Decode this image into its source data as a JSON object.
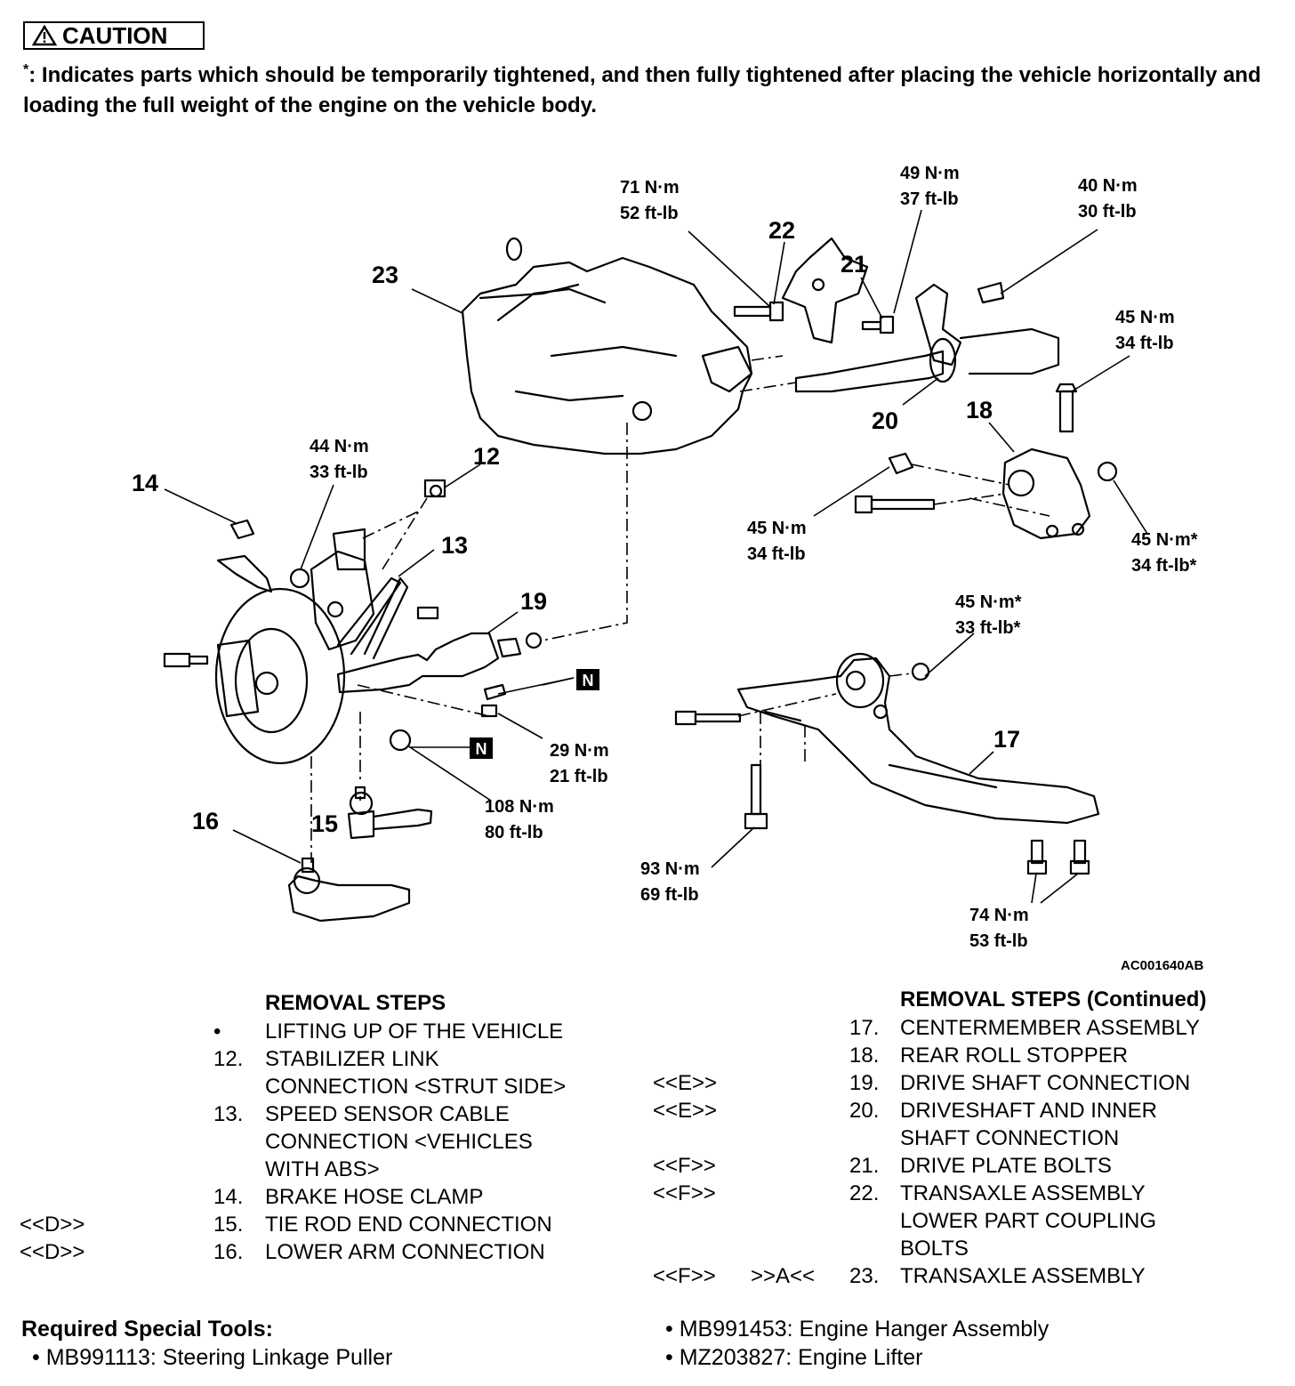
{
  "caution": {
    "title": "CAUTION",
    "asterisk": "*",
    "note": ": Indicates parts which should be temporarily tightened, and then fully tightened after placing the vehicle horizontally and loading the full weight of the engine on the vehicle body."
  },
  "diagram": {
    "code": "AC001640AB",
    "parts": [
      "12",
      "13",
      "14",
      "15",
      "16",
      "17",
      "18",
      "19",
      "20",
      "21",
      "22",
      "23"
    ],
    "torques": {
      "t71": [
        "71 N·m",
        "52 ft-lb"
      ],
      "t49": [
        "49 N·m",
        "37 ft-lb"
      ],
      "t40": [
        "40 N·m",
        "30 ft-lb"
      ],
      "t45a": [
        "45 N·m",
        "34 ft-lb"
      ],
      "t44": [
        "44 N·m",
        "33 ft-lb"
      ],
      "t45b": [
        "45 N·m",
        "34 ft-lb"
      ],
      "t45c": [
        "45 N·m*",
        "34 ft-lb*"
      ],
      "t45d": [
        "45 N·m*",
        "33 ft-lb*"
      ],
      "t29": [
        "29 N·m",
        "21 ft-lb"
      ],
      "t108": [
        "108 N·m",
        "80 ft-lb"
      ],
      "t93": [
        "93 N·m",
        "69 ft-lb"
      ],
      "t74": [
        "74 N·m",
        "53 ft-lb"
      ]
    },
    "n_mark": "N"
  },
  "removal_left": {
    "header": "REMOVAL STEPS",
    "items": [
      {
        "ref": "",
        "num": "•",
        "lines": [
          "LIFTING UP OF THE VEHICLE"
        ]
      },
      {
        "ref": "",
        "num": "12.",
        "lines": [
          "STABILIZER LINK",
          "CONNECTION <STRUT SIDE>"
        ]
      },
      {
        "ref": "",
        "num": "13.",
        "lines": [
          "SPEED SENSOR CABLE",
          "CONNECTION <VEHICLES",
          "WITH ABS>"
        ]
      },
      {
        "ref": "",
        "num": "14.",
        "lines": [
          "BRAKE HOSE CLAMP"
        ]
      },
      {
        "ref": "<<D>>",
        "num": "15.",
        "lines": [
          "TIE ROD END CONNECTION"
        ]
      },
      {
        "ref": "<<D>>",
        "num": "16.",
        "lines": [
          "LOWER ARM CONNECTION"
        ]
      }
    ]
  },
  "removal_right": {
    "header": "REMOVAL STEPS (Continued)",
    "items": [
      {
        "ref": "",
        "ref2": "",
        "num": "17.",
        "lines": [
          "CENTERMEMBER ASSEMBLY"
        ]
      },
      {
        "ref": "",
        "ref2": "",
        "num": "18.",
        "lines": [
          "REAR ROLL STOPPER"
        ]
      },
      {
        "ref": "<<E>>",
        "ref2": "",
        "num": "19.",
        "lines": [
          "DRIVE SHAFT CONNECTION"
        ]
      },
      {
        "ref": "<<E>>",
        "ref2": "",
        "num": "20.",
        "lines": [
          "DRIVESHAFT AND INNER",
          "SHAFT CONNECTION"
        ]
      },
      {
        "ref": "<<F>>",
        "ref2": "",
        "num": "21.",
        "lines": [
          "DRIVE PLATE BOLTS"
        ]
      },
      {
        "ref": "<<F>>",
        "ref2": "",
        "num": "22.",
        "lines": [
          "TRANSAXLE ASSEMBLY",
          "LOWER PART COUPLING",
          "BOLTS"
        ]
      },
      {
        "ref": "<<F>>",
        "ref2": ">>A<<",
        "num": "23.",
        "lines": [
          "TRANSAXLE ASSEMBLY"
        ]
      }
    ]
  },
  "tools": {
    "header": "Required Special Tools:",
    "items": [
      "MB991113: Steering Linkage Puller",
      "MB991453: Engine Hanger Assembly",
      "MZ203827: Engine Lifter"
    ]
  }
}
